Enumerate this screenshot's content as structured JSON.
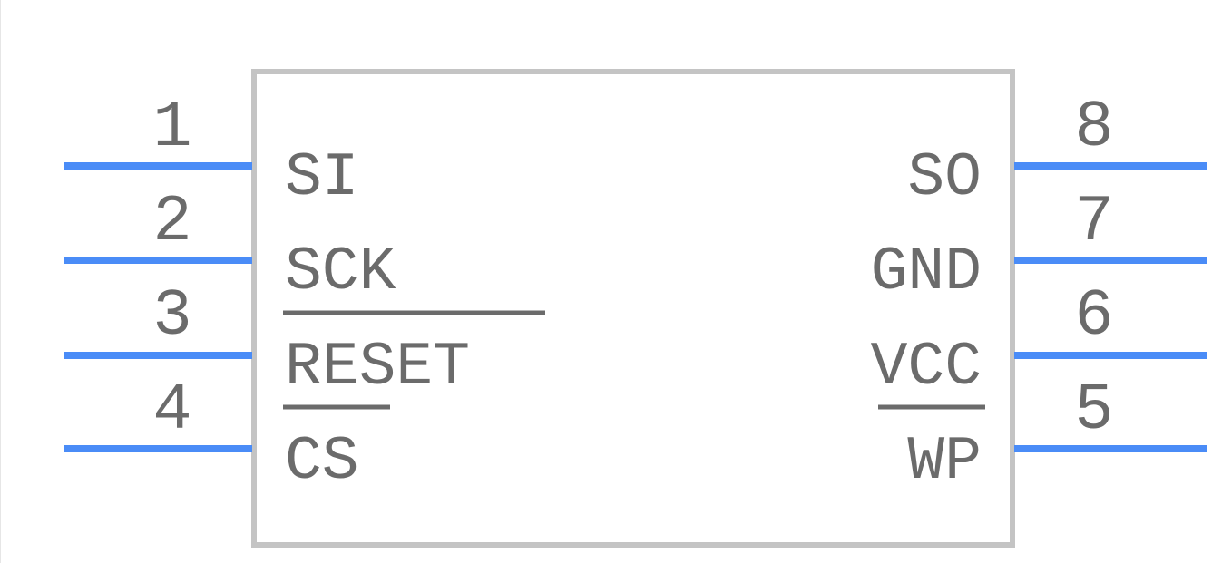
{
  "colors": {
    "body_outline": "#c4c4c4",
    "pin_line": "#4a8cf7",
    "text": "#6b6b6b",
    "overbar": "#6b6b6b"
  },
  "left_pins": [
    {
      "number": "1",
      "label": "SI",
      "active_low": false
    },
    {
      "number": "2",
      "label": "SCK",
      "active_low": false
    },
    {
      "number": "3",
      "label": "RESET",
      "active_low": true
    },
    {
      "number": "4",
      "label": "CS",
      "active_low": true
    }
  ],
  "right_pins": [
    {
      "number": "8",
      "label": "SO",
      "active_low": false
    },
    {
      "number": "7",
      "label": "GND",
      "active_low": false
    },
    {
      "number": "6",
      "label": "VCC",
      "active_low": false
    },
    {
      "number": "5",
      "label": "WP",
      "active_low": true
    }
  ]
}
